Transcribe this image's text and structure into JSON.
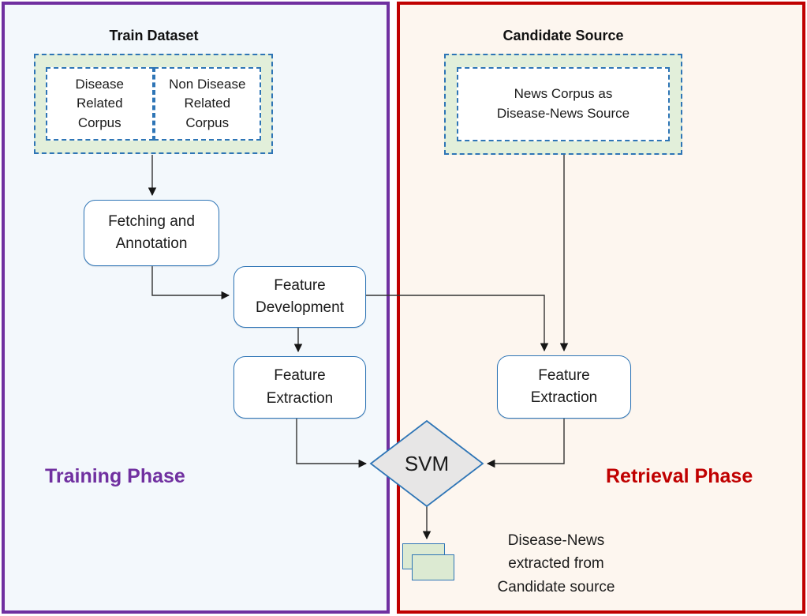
{
  "diagram": {
    "training_panel": {
      "title": "Train Dataset",
      "phase_label": "Training Phase",
      "nodes": {
        "disease_corpus": "Disease\nRelated\nCorpus",
        "non_disease_corpus": "Non Disease\nRelated\nCorpus",
        "fetching_annotation": "Fetching and\nAnnotation",
        "feature_development": "Feature\nDevelopment",
        "feature_extraction": "Feature\nExtraction"
      }
    },
    "retrieval_panel": {
      "title": "Candidate Source",
      "phase_label": "Retrieval Phase",
      "nodes": {
        "news_corpus": "News Corpus as\nDisease-News Source",
        "feature_extraction": "Feature\nExtraction",
        "svm": "SVM",
        "output_caption": "Disease-News\nextracted from\nCandidate source"
      }
    },
    "colors": {
      "training_accent": "#7030a0",
      "retrieval_accent": "#c00000",
      "node_border_blue": "#2e75b6",
      "corpus_fill_green": "#e2efda",
      "diamond_fill_gray": "#e7e6e6",
      "document_fill_green": "#dcead2",
      "training_background": "#f3f8fc",
      "retrieval_background": "#fdf6ef",
      "connector_line": "#333333"
    }
  }
}
